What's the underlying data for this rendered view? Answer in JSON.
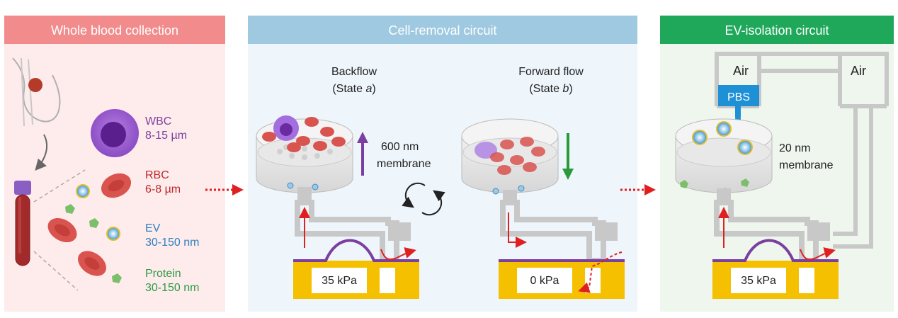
{
  "panels": {
    "blood": {
      "title": "Whole blood collection",
      "header_color": "#f28b8b",
      "bg_color": "#fdeceb",
      "cells": [
        {
          "name": "WBC",
          "size": "8-15 µm",
          "color": "#7b3fa0"
        },
        {
          "name": "RBC",
          "size": "6-8 µm",
          "color": "#c0262b"
        },
        {
          "name": "EV",
          "size": "30-150 nm",
          "color": "#2f7fbf"
        },
        {
          "name": "Protein",
          "size": "30-150 nm",
          "color": "#2e9a45"
        }
      ]
    },
    "cell_removal": {
      "title": "Cell-removal circuit",
      "header_color": "#9ec9e0",
      "bg_color": "#eef5fb",
      "backflow": {
        "label": "Backflow",
        "state_prefix": "(State ",
        "state_letter": "a",
        "state_suffix": ")"
      },
      "forward": {
        "label": "Forward flow",
        "state_prefix": "(State ",
        "state_letter": "b",
        "state_suffix": ")"
      },
      "membrane_size": "600 nm",
      "membrane_word": "membrane",
      "pressure_left": "35 kPa",
      "pressure_right": "0 kPa"
    },
    "ev_isolation": {
      "title": "EV-isolation circuit",
      "header_color": "#1fa85a",
      "bg_color": "#eef6ee",
      "air_left": "Air",
      "air_right": "Air",
      "pbs": "PBS",
      "membrane_size": "20 nm",
      "membrane_word": "membrane",
      "pressure": "35 kPa"
    }
  },
  "colors": {
    "arrow_red": "#e02020",
    "purple": "#7b3fa0",
    "green_arrow": "#2a9a3a",
    "valve_yellow": "#f5c000",
    "channel_gray": "#c8c8c8",
    "pbs_blue": "#1e90d6"
  }
}
